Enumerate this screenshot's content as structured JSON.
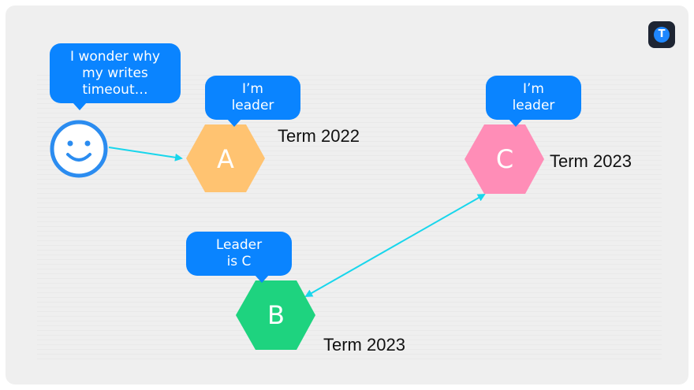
{
  "bubbles": {
    "client": "I wonder why\nmy writes\ntimeout…",
    "node_a": "I’m\nleader",
    "node_c": "I’m\nleader",
    "node_b": "Leader\nis C"
  },
  "nodes": {
    "a": {
      "label": "A",
      "term": "Term 2022",
      "color": "#ffc371"
    },
    "b": {
      "label": "B",
      "term": "Term 2023",
      "color": "#1ed37f"
    },
    "c": {
      "label": "C",
      "term": "Term 2023",
      "color": "#ff8db7"
    }
  },
  "colors": {
    "bubble": "#0a84ff",
    "arrow": "#18d6ec",
    "client": "#2b8cf0"
  },
  "logo": {
    "icon": "t-logo-icon",
    "letter": "T"
  }
}
